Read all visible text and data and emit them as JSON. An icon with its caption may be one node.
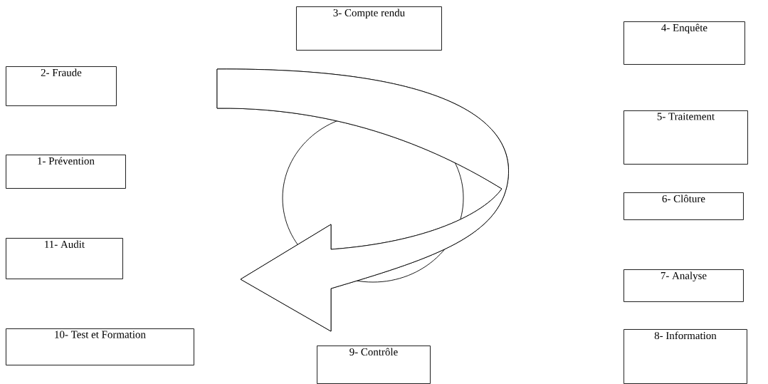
{
  "diagram": {
    "nodes": [
      {
        "text": [
          "3- Compte rendu"
        ]
      },
      {
        "text": [
          "4- Enquête"
        ]
      },
      {
        "text": [
          "2- Fraude"
        ]
      },
      {
        "text": [
          "5- Traitement"
        ]
      },
      {
        "text": [
          "1- Prévention"
        ]
      },
      {
        "text": [
          "6- Clôture"
        ]
      },
      {
        "text": [
          "11- Audit"
        ]
      },
      {
        "text": [
          "7- Analyse"
        ]
      },
      {
        "text": [
          "10- Test et Formation"
        ]
      },
      {
        "text": [
          "9- Contrôle"
        ]
      },
      {
        "text": [
          "8- Information"
        ]
      }
    ]
  }
}
